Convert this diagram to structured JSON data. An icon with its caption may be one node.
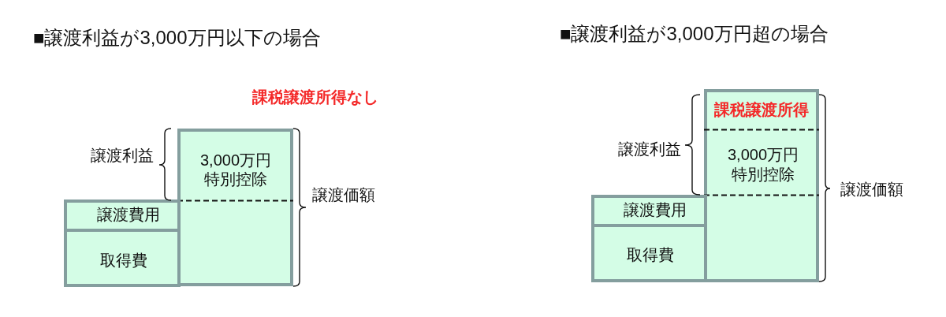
{
  "diagram": {
    "nodes": [
      {
        "text": [
          "3,000万円特別控除"
        ]
      },
      {
        "text": [
          "譲渡費用"
        ]
      },
      {
        "text": [
          "取得費"
        ]
      },
      {
        "text": [
          "課税譲渡所得",
          "3,000万円特別控除"
        ]
      },
      {
        "text": [
          "譲渡費用"
        ]
      },
      {
        "text": [
          "取得費"
        ]
      }
    ],
    "labels": [
      "■譲渡利益が3,000万円以下の場合",
      "課税譲渡所得なし",
      "譲渡利益",
      "譲渡価額",
      "■譲渡利益が3,000万円超の場合",
      "譲渡利益",
      "譲渡価額"
    ]
  }
}
